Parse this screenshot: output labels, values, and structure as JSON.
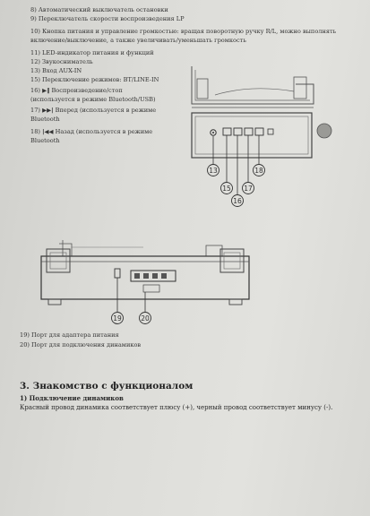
{
  "items": {
    "i8": "8) Автоматический выключатель остановки",
    "i9": "9) Переключатель скорости воспроизведения LP",
    "i10a": "10) Кнопка питания и управление громкостью: вращая поворотную ручку R/L, можно выполнять",
    "i10b": "включение/выключение, а также увеличивать/уменьшать громкость",
    "i11": "11) LED-индикатор питания и функций",
    "i12": "12) Звукосниматель",
    "i13": "13) Вход AUX-IN",
    "i15": "15) Переключение режимов: BT/LINE-IN",
    "i16a": "Воспроизведение/стоп",
    "i16b": "(используется в режиме Bluetooth/USB)",
    "i16_num": "16)",
    "i17_num": "17)",
    "i17a": "Вперед (используется в режиме",
    "i17b": "Bluetooth",
    "i18_num": "18)",
    "i18a": "Назад (используется в режиме",
    "i18b": "Bluetooth",
    "i19": "19) Порт для адаптера питания",
    "i20": "20) Порт для подключения динамиков"
  },
  "icons": {
    "play_pause": "play-pause-icon",
    "forward": "next-track-icon",
    "back": "previous-track-icon"
  },
  "callouts_top": [
    "13",
    "15",
    "16",
    "17",
    "18"
  ],
  "callouts_bottom": [
    "19",
    "20"
  ],
  "section": {
    "title": "3. Знакомство с функционалом",
    "subtitle": "1) Подключение динамиков",
    "text": "Красный провод динамика соответствует плюсу (+), черный провод соответствует минусу (-)."
  }
}
